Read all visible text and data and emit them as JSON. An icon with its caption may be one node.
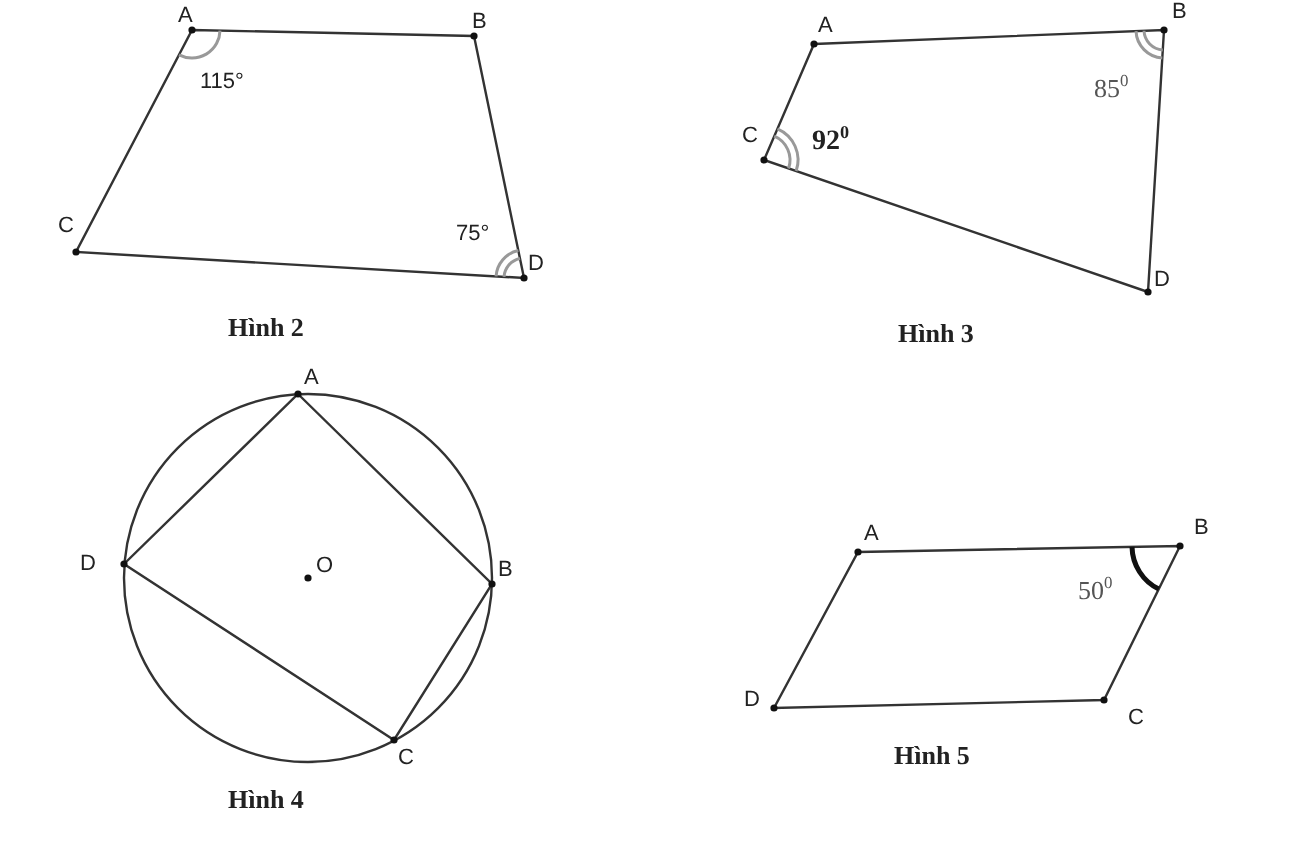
{
  "diagram": {
    "labels": [
      "A",
      "B",
      "115°",
      "C",
      "75°",
      "D",
      "Hình 2",
      "A",
      "B",
      "92$^{0}$",
      "85$^{0}$",
      "C",
      "D",
      "Hình 3",
      "A",
      "D",
      "O",
      "B",
      "C",
      "Hình 4",
      "A",
      "B",
      "50$^{0}$",
      "D",
      "C",
      "Hình 5"
    ]
  }
}
